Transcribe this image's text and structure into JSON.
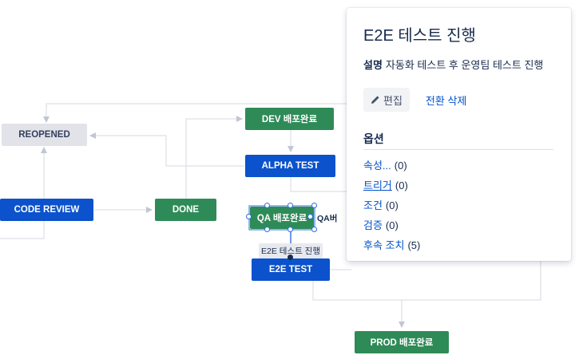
{
  "diagram": {
    "nodes": {
      "reopened": "REOPENED",
      "dev_done": "DEV 배포완료",
      "alpha_test": "ALPHA TEST",
      "code_review": "CODE REVIEW",
      "done": "DONE",
      "qa_done": "QA 배포완료",
      "e2e_test": "E2E TEST",
      "prod_done": "PROD 배포완료"
    },
    "overlap_label": "QA버",
    "transition_tag": "E2E 테스트 진행"
  },
  "panel": {
    "title": "E2E 테스트 진행",
    "description_label": "설명",
    "description": "자동화 테스트 후 운영팀 테스트 진행",
    "edit_label": "편집",
    "delete_label": "전환 삭제",
    "options_heading": "옵션",
    "options": [
      {
        "label": "속성...",
        "count": "(0)"
      },
      {
        "label": "트리거",
        "count": "(0)"
      },
      {
        "label": "조건",
        "count": "(0)"
      },
      {
        "label": "검증",
        "count": "(0)"
      },
      {
        "label": "후속 조치",
        "count": "(5)"
      }
    ]
  },
  "colors": {
    "status_green": "#2e8b57",
    "status_blue": "#0b52cc",
    "status_gray": "#e1e3e8",
    "link_blue": "#0052cc"
  }
}
